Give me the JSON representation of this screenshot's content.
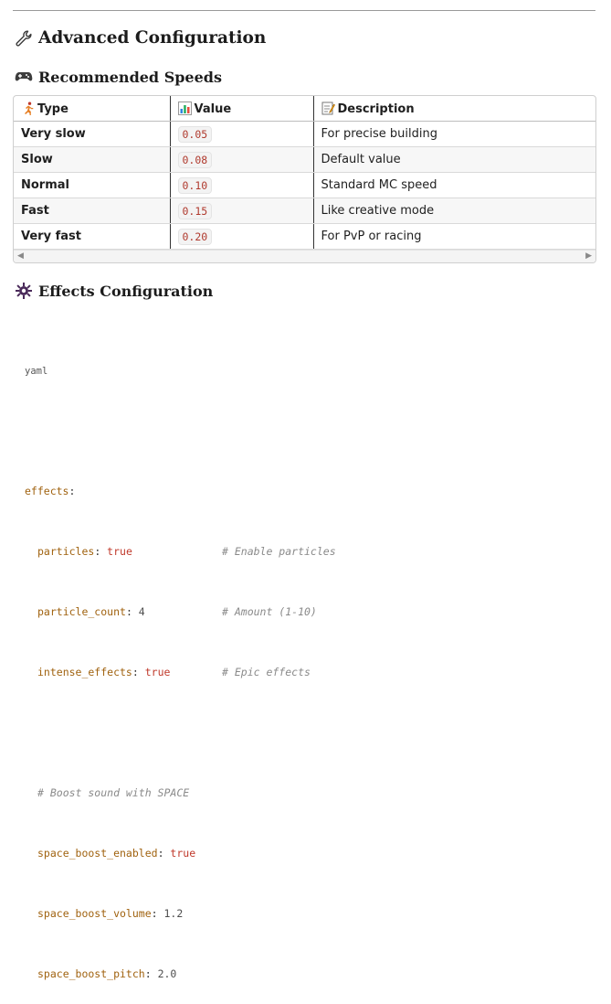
{
  "page": {
    "title": "Advanced Configuration",
    "speeds_heading": "Recommended Speeds",
    "effects_heading": "Effects Configuration"
  },
  "table": {
    "headers": [
      "Type",
      "Value",
      "Description"
    ],
    "header_icons": [
      "running-person-icon",
      "bar-chart-icon",
      "memo-icon"
    ],
    "rows": [
      {
        "type": "Very slow",
        "value": "0.05",
        "description": "For precise building"
      },
      {
        "type": "Slow",
        "value": "0.08",
        "description": "Default value"
      },
      {
        "type": "Normal",
        "value": "0.10",
        "description": "Standard MC speed"
      },
      {
        "type": "Fast",
        "value": "0.15",
        "description": "Like creative mode"
      },
      {
        "type": "Very fast",
        "value": "0.20",
        "description": "For PvP or racing"
      }
    ]
  },
  "code": {
    "lang": "yaml",
    "root_key": "effects",
    "particles_key": "particles",
    "particles_val": "true",
    "particles_comment": "# Enable particles",
    "count_key": "particle_count",
    "count_val": "4",
    "count_comment": "# Amount (1-10)",
    "intense_key": "intense_effects",
    "intense_val": "true",
    "intense_comment": "# Epic effects",
    "boost_comment": "# Boost sound with SPACE",
    "boost_enabled_key": "space_boost_enabled",
    "boost_enabled_val": "true",
    "boost_volume_key": "space_boost_volume",
    "boost_volume_val": "1.2",
    "boost_pitch_key": "space_boost_pitch",
    "boost_pitch_val": "2.0"
  },
  "icons": {
    "title": "wrench-icon",
    "speeds": "gamepad-icon",
    "effects": "sparkle-gear-icon"
  }
}
